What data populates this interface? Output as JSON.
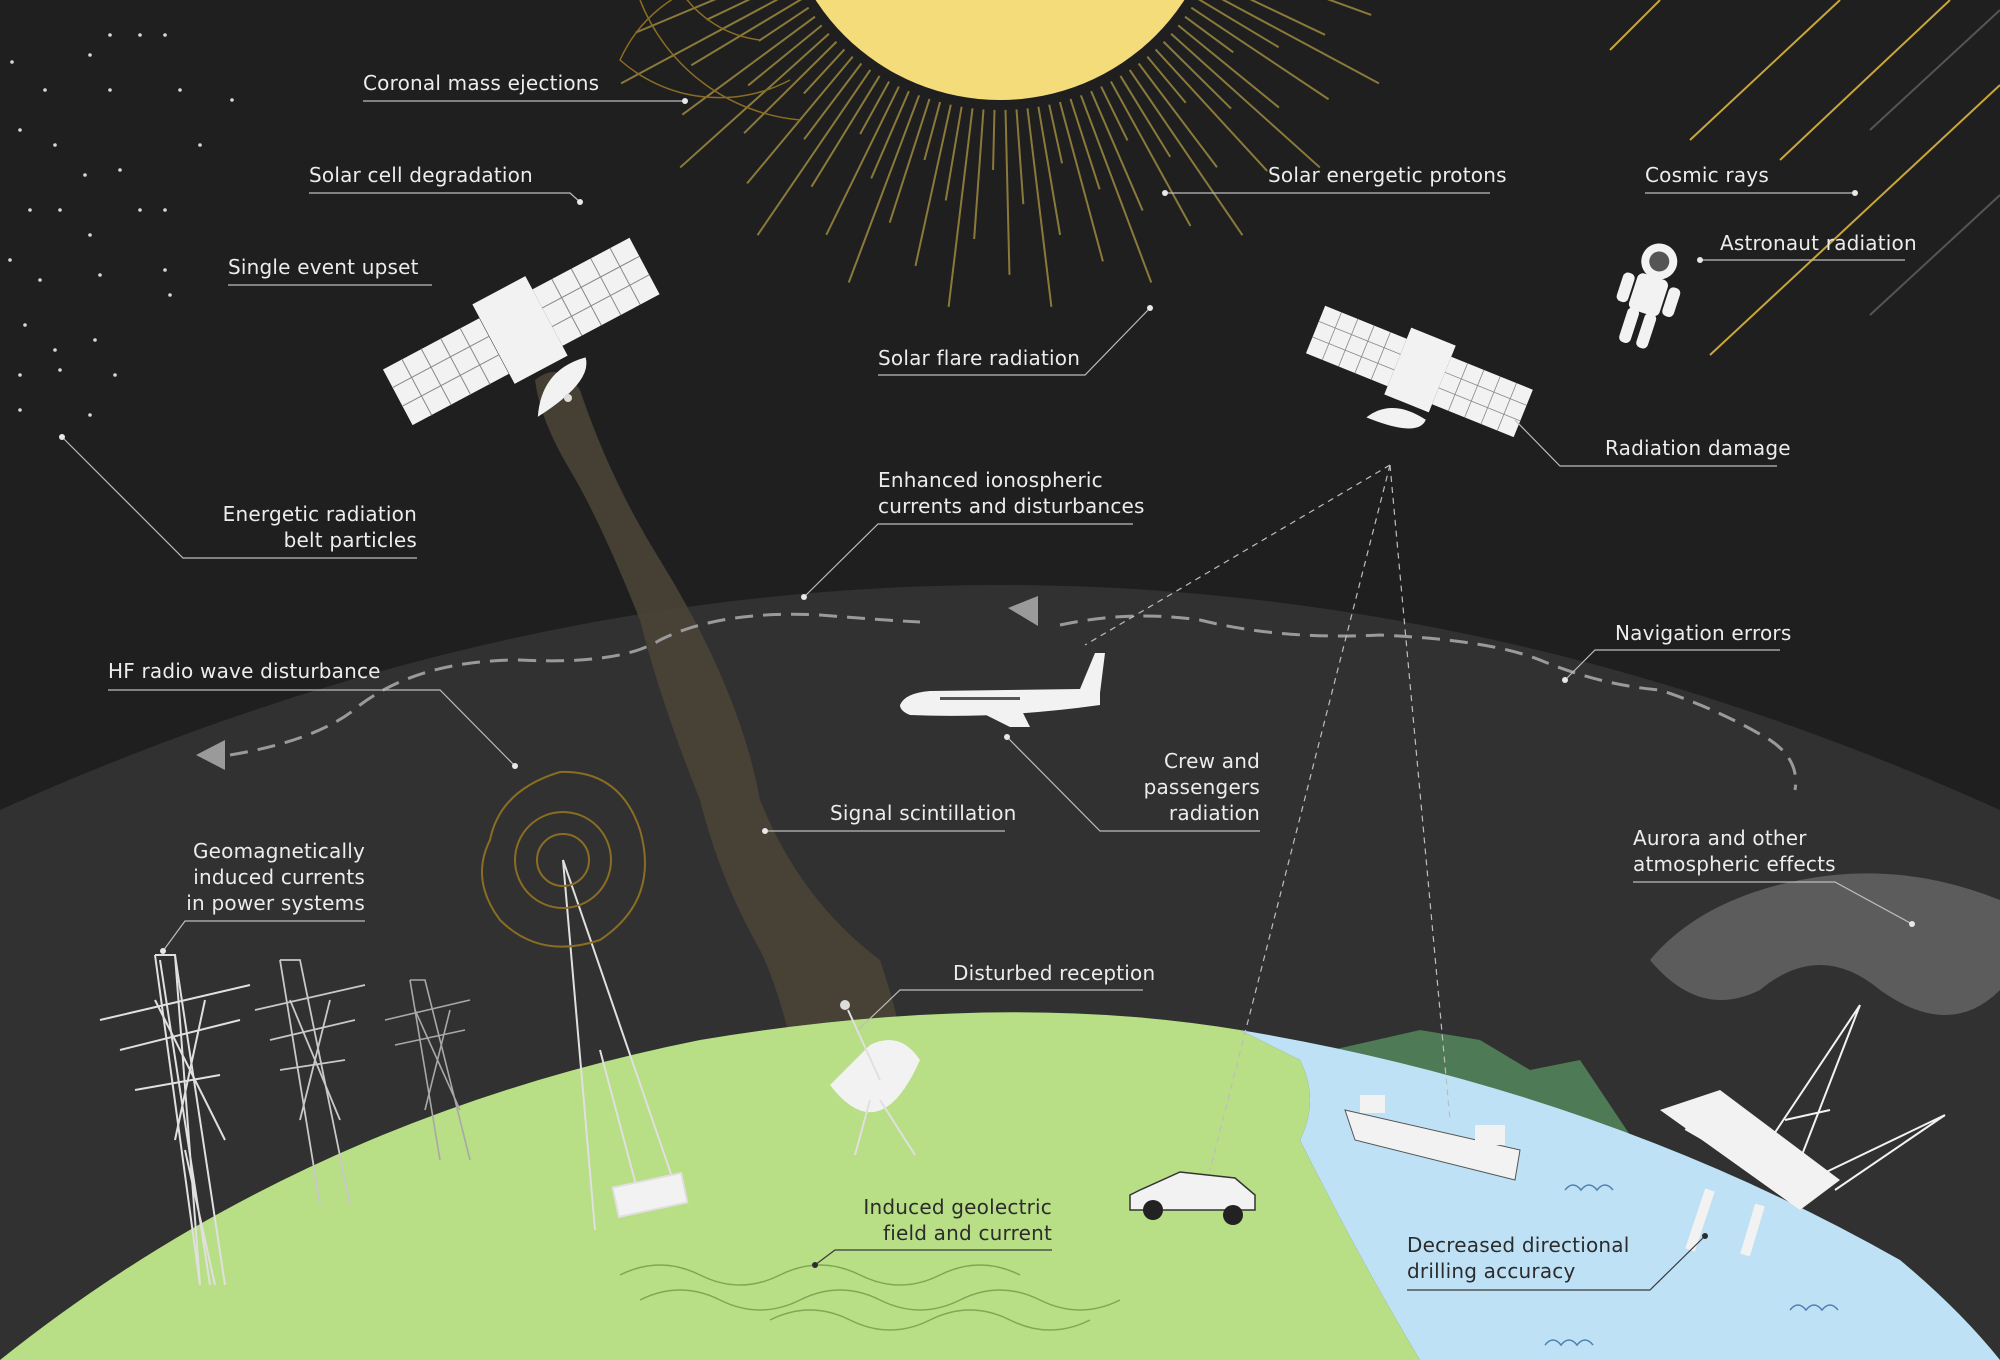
{
  "labels": {
    "coronal_mass_ejections": "Coronal mass ejections",
    "solar_cell_degradation": "Solar cell degradation",
    "single_event_upset": "Single event upset",
    "solar_energetic_protons": "Solar energetic protons",
    "cosmic_rays": "Cosmic rays",
    "astronaut_radiation": "Astronaut radiation",
    "solar_flare_radiation": "Solar flare radiation",
    "radiation_damage": "Radiation damage",
    "energetic_radiation_belt_particles": [
      "Energetic radiation",
      "belt particles"
    ],
    "enhanced_ionospheric_currents": [
      "Enhanced ionospheric",
      "currents and disturbances"
    ],
    "navigation_errors": "Navigation errors",
    "hf_radio_wave_disturbance": "HF radio wave disturbance",
    "crew_and_passengers_radiation": [
      "Crew and",
      "passengers",
      "radiation"
    ],
    "signal_scintillation": "Signal scintillation",
    "aurora_atmospheric_effects": [
      "Aurora and other",
      "atmospheric effects"
    ],
    "geomagnetically_induced_currents": [
      "Geomagnetically",
      "induced currents",
      "in power systems"
    ],
    "disturbed_reception": "Disturbed reception",
    "induced_geoelectric_field": [
      "Induced geolectric",
      "field and current"
    ],
    "decreased_drilling_accuracy": [
      "Decreased directional",
      "drilling accuracy"
    ]
  },
  "colors": {
    "background": "#1f1f20",
    "atmosphere": "#313132",
    "sun": "#f5dc7a",
    "land": "#b8de86",
    "water": "#bfe1f6",
    "hills": "#4e7a55",
    "accent_gold": "#c9a63a"
  },
  "icons": [
    "sun-icon",
    "satellite-icon",
    "astronaut-icon",
    "airplane-icon",
    "radio-tower-icon",
    "power-pylon-icon",
    "satellite-dish-icon",
    "car-icon",
    "ship-icon",
    "oil-rig-icon"
  ]
}
